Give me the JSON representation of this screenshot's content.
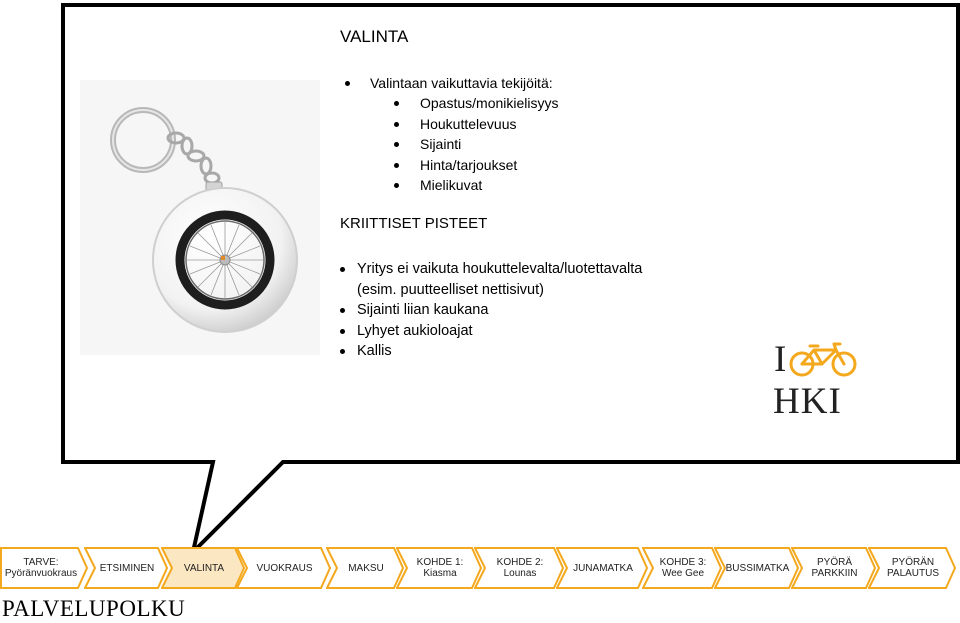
{
  "slide": {
    "title": "VALINTA",
    "factors_heading": "Valintaan vaikuttavia tekijöitä:",
    "factors": [
      "Opastus/monikielisyys",
      "Houkuttelevuus",
      "Sijainti",
      "Hinta/tarjoukset",
      "Mielikuvat"
    ],
    "critical_heading": "KRIITTISET PISTEET",
    "critical_points": [
      "Yritys ei vaikuta houkuttelevalta/luotettavalta",
      "(esim. puutteelliset nettisivut)",
      "Sijainti liian kaukana",
      "Lyhyet aukioloajat",
      "Kallis"
    ],
    "image": {
      "icon": "bicycle-wheel-keychain-photo"
    }
  },
  "logo": {
    "letter": "I",
    "city": "HKI",
    "icon": "bicycle-icon",
    "color": "#f4a81d"
  },
  "process": {
    "accent_color": "#f4a81d",
    "highlight_color": "#fce7c3",
    "steps": [
      {
        "line1": "TARVE:",
        "line2": "Pyöränvuokraus"
      },
      {
        "line1": "ETSIMINEN",
        "line2": ""
      },
      {
        "line1": "VALINTA",
        "line2": "",
        "highlighted": true
      },
      {
        "line1": "VUOKRAUS",
        "line2": ""
      },
      {
        "line1": "MAKSU",
        "line2": ""
      },
      {
        "line1": "KOHDE 1:",
        "line2": "Kiasma"
      },
      {
        "line1": "KOHDE 2:",
        "line2": "Lounas"
      },
      {
        "line1": "JUNAMATKA",
        "line2": ""
      },
      {
        "line1": "KOHDE 3:",
        "line2": "Wee Gee"
      },
      {
        "line1": "BUSSIMATKA",
        "line2": ""
      },
      {
        "line1": "PYÖRÄ",
        "line2": "PARKKIIN"
      },
      {
        "line1": "PYÖRÄN",
        "line2": "PALAUTUS"
      }
    ]
  },
  "footer": {
    "title": "PALVELUPOLKU"
  }
}
